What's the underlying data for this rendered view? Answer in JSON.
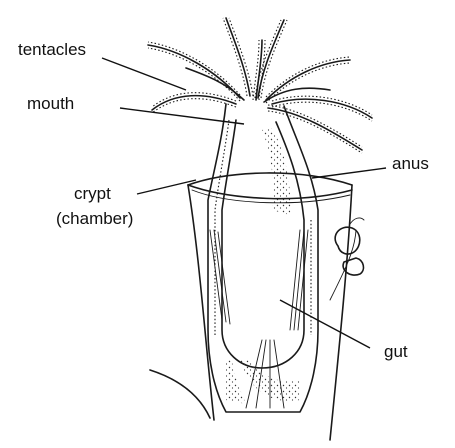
{
  "labels": {
    "tentacles": "tentacles",
    "mouth": "mouth",
    "crypt_line1": "crypt",
    "crypt_line2": "(chamber)",
    "anus": "anus",
    "gut": "gut"
  }
}
